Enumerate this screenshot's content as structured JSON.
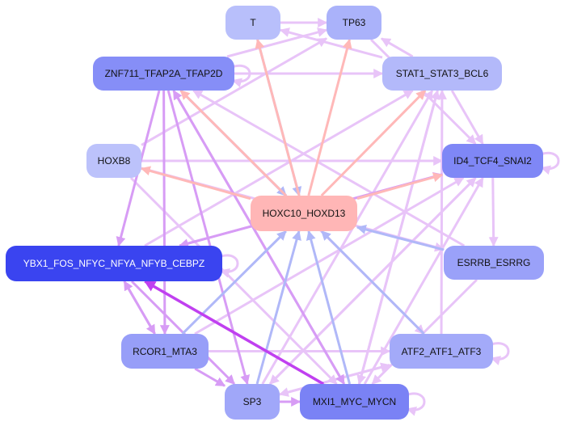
{
  "graph": {
    "title": "Transcription factor regulatory network",
    "colors": {
      "edge_light": "#e8c4f8",
      "edge_mid": "#d79cf5",
      "edge_strong": "#c040f0",
      "edge_blue": "#b0b8f8",
      "edge_pink": "#ffb8b8"
    },
    "nodes": [
      {
        "id": "T",
        "label": "T",
        "fill": "#b8bffb",
        "text": "#111111"
      },
      {
        "id": "TP63",
        "label": "TP63",
        "fill": "#aab2fa",
        "text": "#111111"
      },
      {
        "id": "ZNF711",
        "label": "ZNF711_TFAP2A_TFAP2D",
        "fill": "#868ef7",
        "text": "#111111"
      },
      {
        "id": "STAT1",
        "label": "STAT1_STAT3_BCL6",
        "fill": "#b3b9fa",
        "text": "#111111"
      },
      {
        "id": "HOXB8",
        "label": "HOXB8",
        "fill": "#bcc2fb",
        "text": "#111111"
      },
      {
        "id": "ID4",
        "label": "ID4_TCF4_SNAI2",
        "fill": "#7f87f6",
        "text": "#111111"
      },
      {
        "id": "HOXC10",
        "label": "HOXC10_HOXD13",
        "fill": "#ffb6b6",
        "text": "#111111"
      },
      {
        "id": "YBX1",
        "label": "YBX1_FOS_NFYC_NFYA_NFYB_CEBPZ",
        "fill": "#3a44f0",
        "text": "#ffffff"
      },
      {
        "id": "ESRRB",
        "label": "ESRRB_ESRRG",
        "fill": "#9aa1f9",
        "text": "#111111"
      },
      {
        "id": "RCOR1",
        "label": "RCOR1_MTA3",
        "fill": "#979ef8",
        "text": "#111111"
      },
      {
        "id": "ATF2",
        "label": "ATF2_ATF1_ATF3",
        "fill": "#a3aaf9",
        "text": "#111111"
      },
      {
        "id": "SP3",
        "label": "SP3",
        "fill": "#a0a7f9",
        "text": "#111111"
      },
      {
        "id": "MXI1",
        "label": "MXI1_MYC_MYCN",
        "fill": "#7a82f5",
        "text": "#111111"
      }
    ],
    "edges": [
      {
        "from": "T",
        "to": "HOXC10",
        "color": "edge_blue"
      },
      {
        "from": "HOXC10",
        "to": "T",
        "color": "edge_pink"
      },
      {
        "from": "HOXC10",
        "to": "TP63",
        "color": "edge_pink"
      },
      {
        "from": "HOXC10",
        "to": "STAT1",
        "color": "edge_pink"
      },
      {
        "from": "HOXC10",
        "to": "ID4",
        "color": "edge_pink"
      },
      {
        "from": "HOXC10",
        "to": "ZNF711",
        "color": "edge_pink"
      },
      {
        "from": "HOXC10",
        "to": "HOXB8",
        "color": "edge_pink"
      },
      {
        "from": "ZNF711",
        "to": "HOXC10",
        "color": "edge_blue"
      },
      {
        "from": "ESRRB",
        "to": "HOXC10",
        "color": "edge_blue"
      },
      {
        "from": "ATF2",
        "to": "HOXC10",
        "color": "edge_blue"
      },
      {
        "from": "MXI1",
        "to": "HOXC10",
        "color": "edge_blue"
      },
      {
        "from": "SP3",
        "to": "HOXC10",
        "color": "edge_blue"
      },
      {
        "from": "RCOR1",
        "to": "HOXC10",
        "color": "edge_blue"
      },
      {
        "from": "MXI1",
        "to": "YBX1",
        "color": "edge_strong"
      },
      {
        "from": "ID4",
        "to": "YBX1",
        "color": "edge_mid"
      },
      {
        "from": "YBX1",
        "to": "ID4",
        "color": "edge_mid"
      },
      {
        "from": "ID4",
        "to": "ESRRB",
        "color": "edge_light"
      },
      {
        "from": "STAT1",
        "to": "ID4",
        "color": "edge_light"
      },
      {
        "from": "STAT1",
        "to": "T",
        "color": "edge_light"
      },
      {
        "from": "STAT1",
        "to": "TP63",
        "color": "edge_light"
      },
      {
        "from": "T",
        "to": "TP63",
        "color": "edge_light"
      },
      {
        "from": "ZNF711",
        "to": "STAT1",
        "color": "edge_light"
      },
      {
        "from": "ZNF711",
        "to": "YBX1",
        "color": "edge_mid"
      },
      {
        "from": "ZNF711",
        "to": "SP3",
        "color": "edge_mid"
      },
      {
        "from": "ZNF711",
        "to": "MXI1",
        "color": "edge_mid"
      },
      {
        "from": "ZNF711",
        "to": "ATF2",
        "color": "edge_light"
      },
      {
        "from": "ZNF711",
        "to": "RCOR1",
        "color": "edge_mid"
      },
      {
        "from": "ZNF711",
        "to": "TP63",
        "color": "edge_light"
      },
      {
        "from": "HOXB8",
        "to": "ID4",
        "color": "edge_light"
      },
      {
        "from": "HOXB8",
        "to": "ESRRB",
        "color": "edge_light"
      },
      {
        "from": "HOXB8",
        "to": "MXI1",
        "color": "edge_light"
      },
      {
        "from": "HOXB8",
        "to": "TP63",
        "color": "edge_light"
      },
      {
        "from": "YBX1",
        "to": "RCOR1",
        "color": "edge_mid"
      },
      {
        "from": "YBX1",
        "to": "SP3",
        "color": "edge_mid"
      },
      {
        "from": "YBX1",
        "to": "STAT1",
        "color": "edge_light"
      },
      {
        "from": "RCOR1",
        "to": "SP3",
        "color": "edge_mid"
      },
      {
        "from": "RCOR1",
        "to": "ATF2",
        "color": "edge_light"
      },
      {
        "from": "RCOR1",
        "to": "ID4",
        "color": "edge_light"
      },
      {
        "from": "RCOR1",
        "to": "YBX1",
        "color": "edge_mid"
      },
      {
        "from": "SP3",
        "to": "MXI1",
        "color": "edge_mid"
      },
      {
        "from": "SP3",
        "to": "STAT1",
        "color": "edge_light"
      },
      {
        "from": "SP3",
        "to": "ID4",
        "color": "edge_light"
      },
      {
        "from": "SP3",
        "to": "ATF2",
        "color": "edge_light"
      },
      {
        "from": "MXI1",
        "to": "STAT1",
        "color": "edge_light"
      },
      {
        "from": "MXI1",
        "to": "ID4",
        "color": "edge_light"
      },
      {
        "from": "MXI1",
        "to": "ZNF711",
        "color": "edge_mid"
      },
      {
        "from": "ATF2",
        "to": "STAT1",
        "color": "edge_light"
      },
      {
        "from": "ATF2",
        "to": "SP3",
        "color": "edge_light"
      },
      {
        "from": "ESRRB",
        "to": "ZNF711",
        "color": "edge_light"
      },
      {
        "from": "ESRRB",
        "to": "MXI1",
        "color": "edge_light"
      },
      {
        "from": "STAT1",
        "to": "MXI1",
        "color": "edge_light"
      },
      {
        "from": "TP63",
        "to": "ID4",
        "color": "edge_light"
      },
      {
        "from": "ID4",
        "to": "SP3",
        "color": "edge_light"
      }
    ],
    "self_loops": [
      "ZNF711",
      "ID4",
      "ATF2",
      "MXI1",
      "YBX1"
    ]
  }
}
